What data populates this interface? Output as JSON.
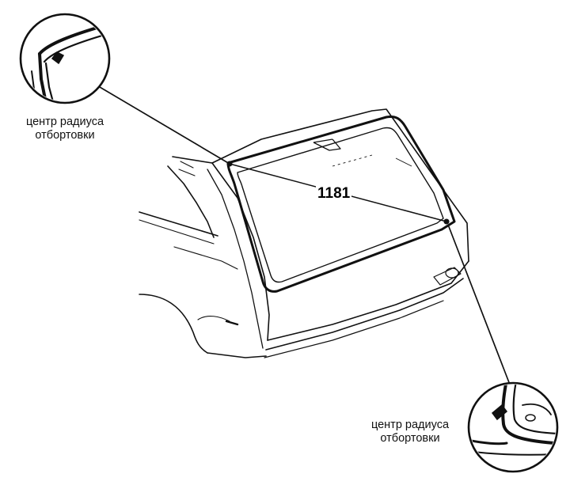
{
  "callout_top": {
    "line1": "центр радиуса",
    "line2": "отбортовки"
  },
  "callout_bottom": {
    "line1": "центр радиуса",
    "line2": "отбортовки"
  },
  "dimension": {
    "value": "1181"
  },
  "colors": {
    "ink": "#111111",
    "background": "#ffffff"
  }
}
